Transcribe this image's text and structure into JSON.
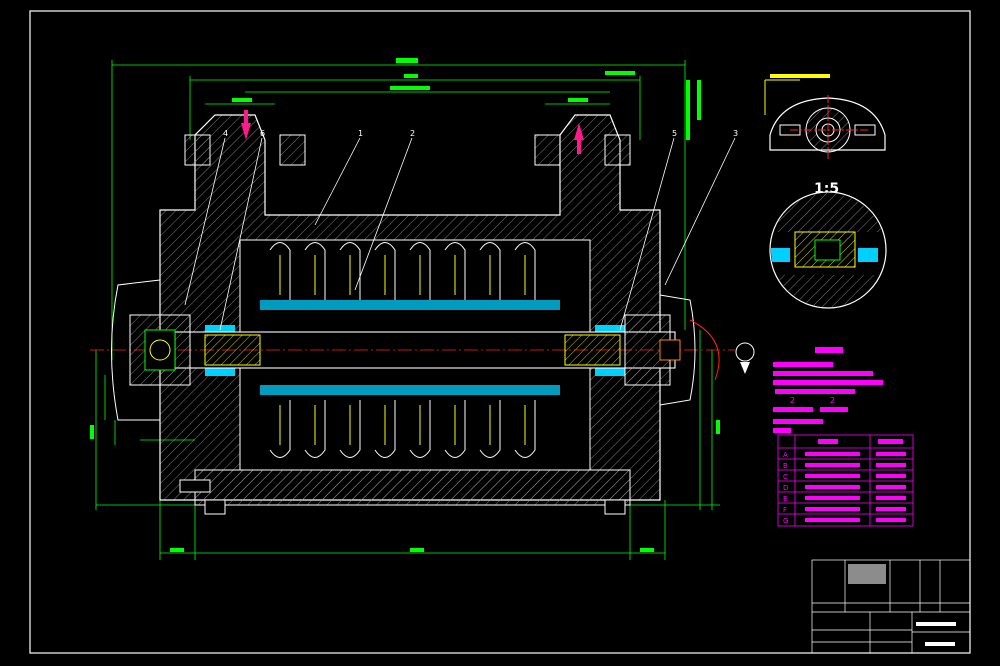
{
  "drawing": {
    "colors": {
      "background": "#000000",
      "frame": "#ffffff",
      "outline": "#ffffff",
      "dimension": "#00ff00",
      "hatch": "#ffff00",
      "cyan": "#00e0ff",
      "magenta": "#ff00ff",
      "red": "#ff2020",
      "blue": "#3060ff"
    },
    "balloons": [
      "4",
      "6",
      "1",
      "2",
      "5",
      "3"
    ],
    "scale_label": "1:5",
    "detail_labels": [
      "2",
      "2"
    ],
    "table_rows": [
      {
        "key": "A"
      },
      {
        "key": "B"
      },
      {
        "key": "C"
      },
      {
        "key": "D"
      },
      {
        "key": "E"
      },
      {
        "key": "F"
      },
      {
        "key": "G"
      }
    ]
  }
}
